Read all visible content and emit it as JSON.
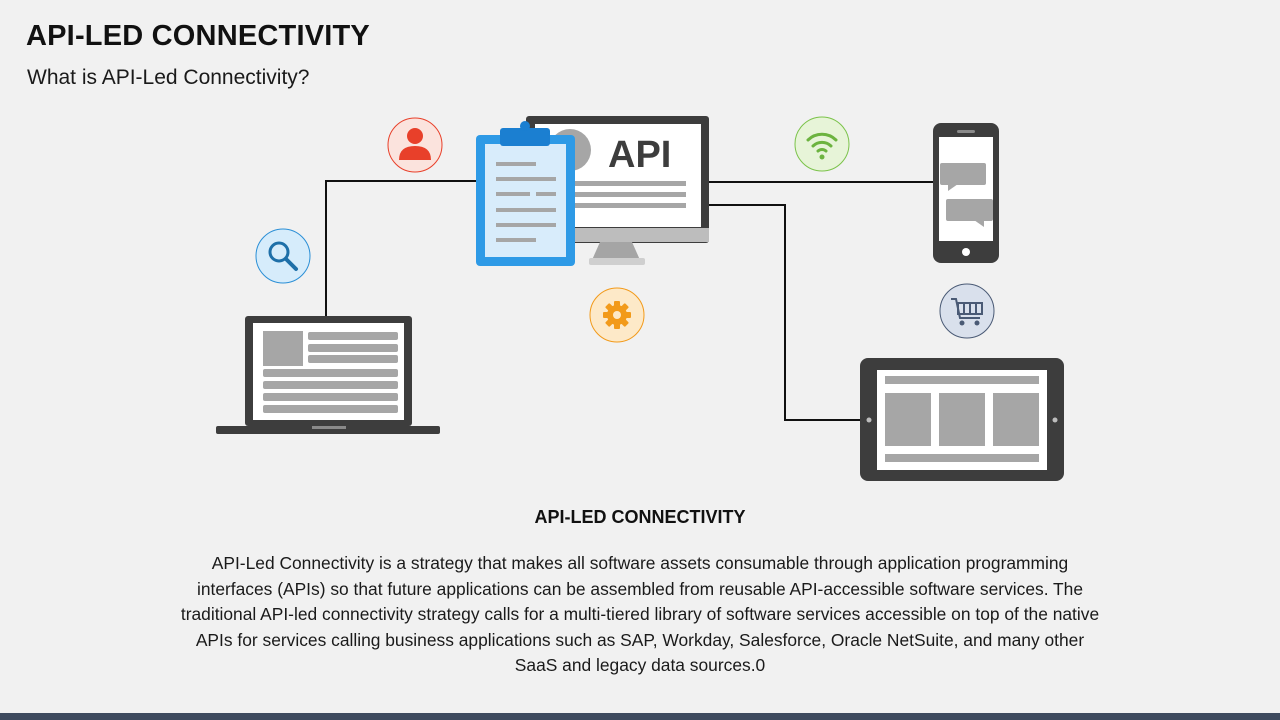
{
  "header": {
    "title": "API-LED CONNECTIVITY",
    "subtitle": "What is API-Led Connectivity?"
  },
  "diagram": {
    "monitor_label": "API",
    "icons": [
      {
        "name": "user-icon",
        "color": "#e8402a"
      },
      {
        "name": "search-icon",
        "color": "#2b8fd6"
      },
      {
        "name": "gear-icon",
        "color": "#f29a1a"
      },
      {
        "name": "wifi-icon",
        "color": "#7bc34a"
      },
      {
        "name": "shopping-cart-icon",
        "color": "#4a5a75"
      }
    ],
    "devices": [
      "laptop",
      "monitor",
      "clipboard",
      "smartphone",
      "tablet"
    ]
  },
  "content": {
    "heading": "API-LED CONNECTIVITY",
    "paragraph": "API-Led Connectivity is a strategy that makes all software assets consumable through application programming interfaces (APIs) so that future applications can be assembled from reusable API-accessible software services. The traditional API-led connectivity strategy calls for a multi-tiered library of software services accessible on top of the native APIs for services calling business applications such as SAP, Workday, Salesforce, Oracle NetSuite, and many other SaaS and legacy data sources.0"
  },
  "colors": {
    "background": "#f1f1f1",
    "device_dark": "#3d3d3d",
    "screen_gray": "#a6a6a6",
    "clipboard_blue": "#2e9ae6",
    "clipboard_paper": "#d8ecfb",
    "footer_bar": "#3e4a5e"
  }
}
